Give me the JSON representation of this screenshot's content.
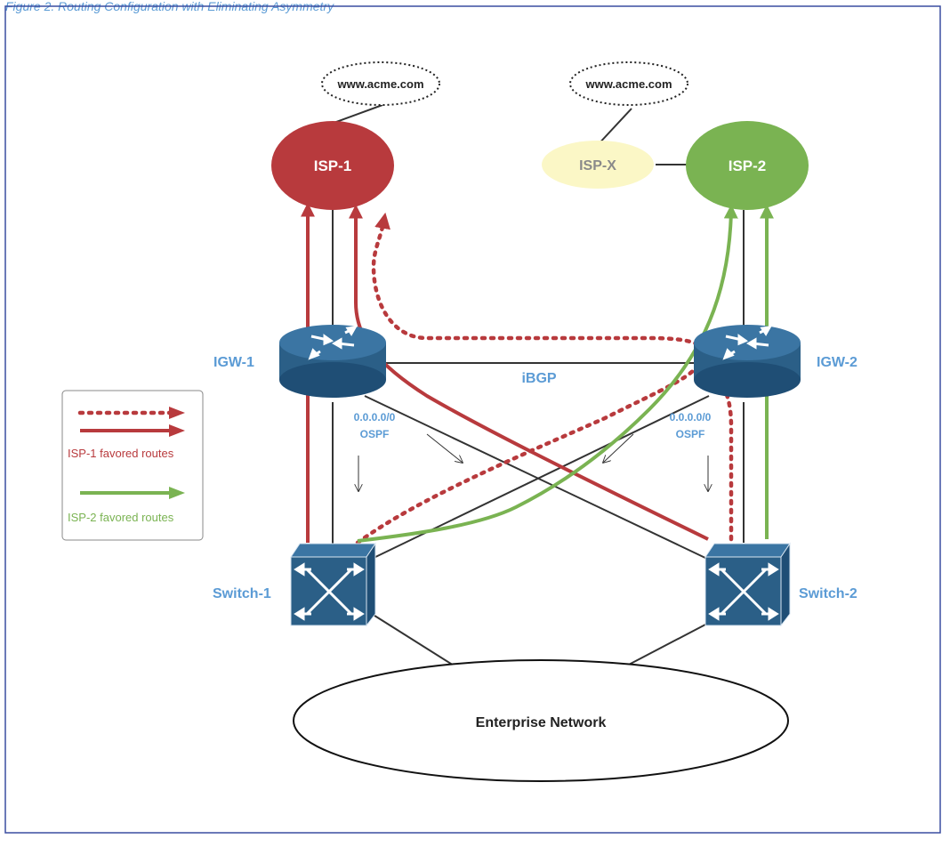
{
  "page_caption": "Figure 2. Routing Configuration with Eliminating Asymmetry",
  "clouds": {
    "left_site": "www.acme.com",
    "right_site": "www.acme.com"
  },
  "isps": {
    "isp1": "ISP-1",
    "isp2": "ISP-2",
    "ispx": "ISP-X"
  },
  "routers": {
    "igw1": "IGW-1",
    "igw2": "IGW-2",
    "ibgp": "iBGP"
  },
  "ospf": {
    "left_route": "0.0.0.0/0",
    "left_proto": "OSPF",
    "right_route": "0.0.0.0/0",
    "right_proto": "OSPF"
  },
  "switches": {
    "sw1": "Switch-1",
    "sw2": "Switch-2"
  },
  "enterprise": "Enterprise Network",
  "legend": {
    "isp1_label": "ISP-1 favored routes",
    "isp2_label": "ISP-2 favored routes"
  },
  "colors": {
    "isp1": "#b83a3d",
    "isp2": "#7ab352",
    "ispx": "#fbf7c6",
    "device": "#2b5f87",
    "label_blue": "#5b9bd5",
    "frame": "#3a4da0"
  }
}
